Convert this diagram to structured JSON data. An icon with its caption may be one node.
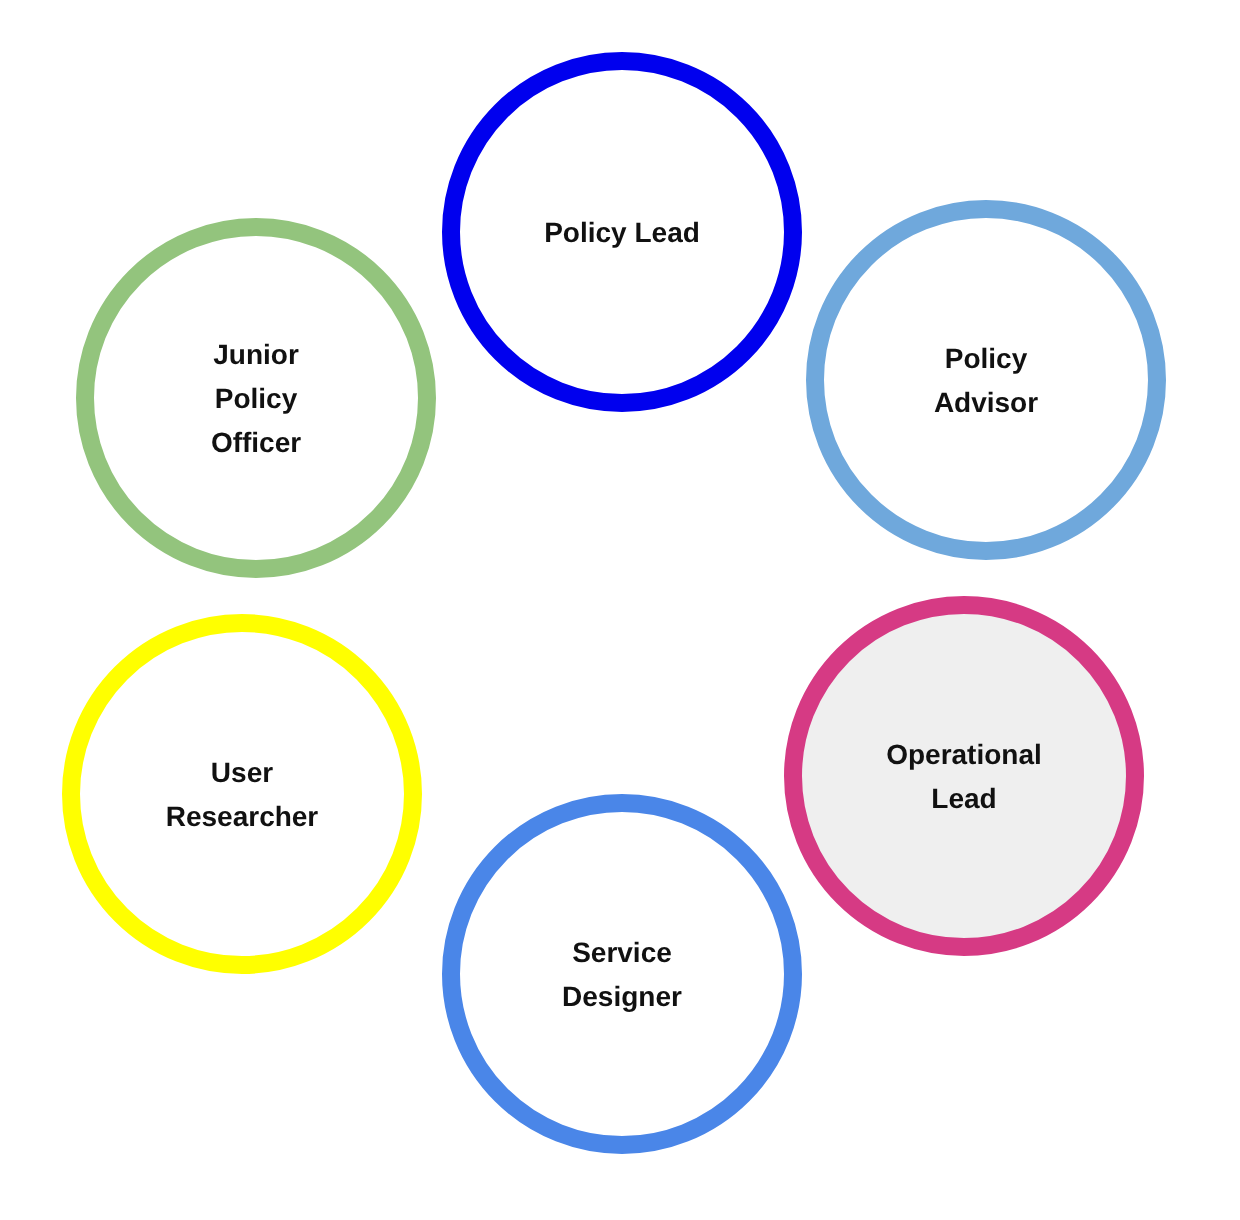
{
  "diagram": {
    "nodes": [
      {
        "text": [
          "Policy Lead"
        ]
      },
      {
        "text": [
          "Junior Policy Officer"
        ]
      },
      {
        "text": [
          "Policy Advisor"
        ]
      },
      {
        "text": [
          "User Researcher"
        ]
      },
      {
        "text": [
          "Operational Lead"
        ]
      },
      {
        "text": [
          "Service Designer"
        ]
      }
    ]
  }
}
